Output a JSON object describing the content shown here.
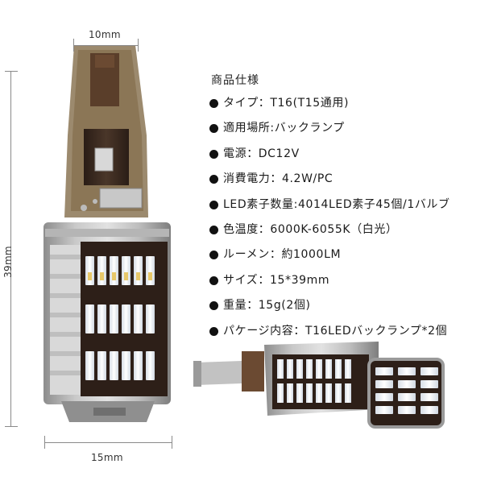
{
  "dimensions": {
    "top_width": "10mm",
    "bottom_width": "15mm",
    "height": "39mm"
  },
  "spec": {
    "title": "商品仕様",
    "items": [
      "タイプ：T16(T15通用)",
      "適用場所:バックランプ",
      "電源：DC12V",
      "消費電力：4.2W/PC",
      "LED素子数量:4014LED素子45個/1バルブ",
      "色温度：6000K-6055K（白光）",
      "ルーメン：約1000LM",
      "サイズ：15*39mm",
      "重量：15g(2個)",
      "パケージ内容：T16LEDバックランプ*2個"
    ]
  },
  "colors": {
    "shell": "#a9a9a9",
    "pcb": "#3a2a22",
    "led": "#f4f7fb",
    "bullet": "#111111"
  }
}
